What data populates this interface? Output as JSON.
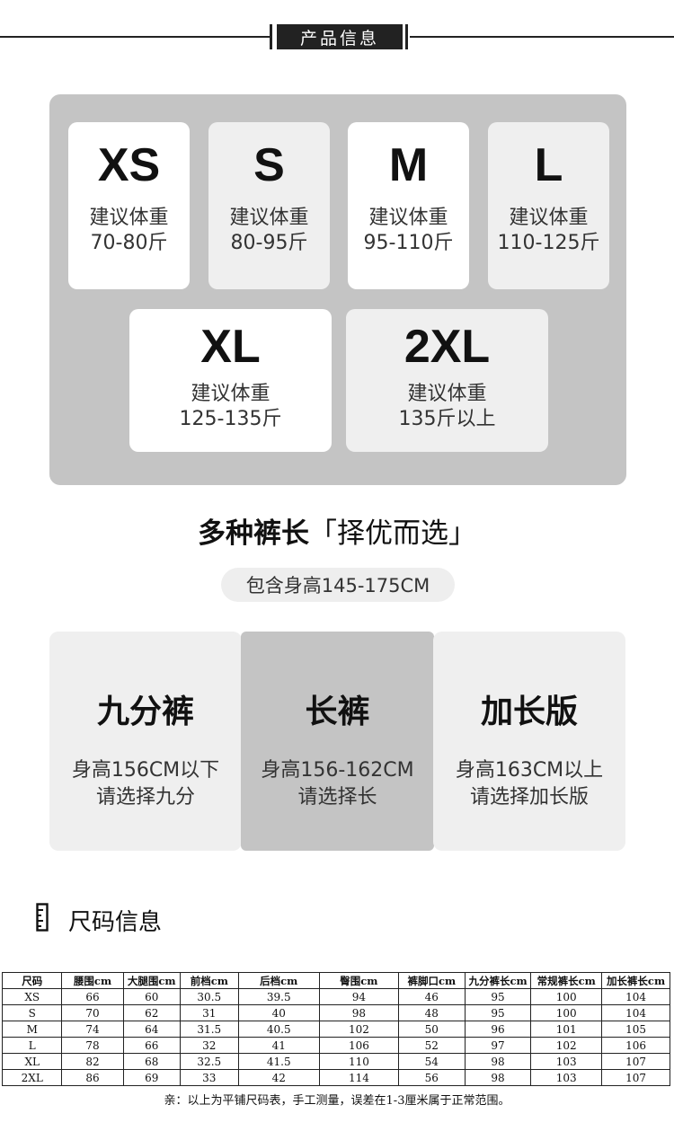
{
  "header": {
    "title": "产品信息"
  },
  "sizes": [
    {
      "code": "XS",
      "label": "建议体重",
      "weight": "70-80斤"
    },
    {
      "code": "S",
      "label": "建议体重",
      "weight": "80-95斤"
    },
    {
      "code": "M",
      "label": "建议体重",
      "weight": "95-110斤"
    },
    {
      "code": "L",
      "label": "建议体重",
      "weight": "110-125斤"
    },
    {
      "code": "XL",
      "label": "建议体重",
      "weight": "125-135斤"
    },
    {
      "code": "2XL",
      "label": "建议体重",
      "weight": "135斤以上"
    }
  ],
  "lengths": {
    "title_bold": "多种裤长",
    "title_rest": "「择优而选」",
    "subtitle": "包含身高145-175CM",
    "cards": [
      {
        "name": "九分裤",
        "line1": "身高156CM以下",
        "line2": "请选择九分"
      },
      {
        "name": "长裤",
        "line1": "身高156-162CM",
        "line2": "请选择长"
      },
      {
        "name": "加长版",
        "line1": "身高163CM以上",
        "line2": "请选择加长版"
      }
    ]
  },
  "size_info": {
    "title": "尺码信息",
    "headers": [
      "尺码",
      "腰围cm",
      "大腿围cm",
      "前档cm",
      "后档cm",
      "臀围cm",
      "裤脚口cm",
      "九分裤长cm",
      "常规裤长cm",
      "加长裤长cm"
    ],
    "rows": [
      [
        "XS",
        "66",
        "60",
        "30.5",
        "39.5",
        "94",
        "46",
        "95",
        "100",
        "104"
      ],
      [
        "S",
        "70",
        "62",
        "31",
        "40",
        "98",
        "48",
        "95",
        "100",
        "104"
      ],
      [
        "M",
        "74",
        "64",
        "31.5",
        "40.5",
        "102",
        "50",
        "96",
        "101",
        "105"
      ],
      [
        "L",
        "78",
        "66",
        "32",
        "41",
        "106",
        "52",
        "97",
        "102",
        "106"
      ],
      [
        "XL",
        "82",
        "68",
        "32.5",
        "41.5",
        "110",
        "54",
        "98",
        "103",
        "107"
      ],
      [
        "2XL",
        "86",
        "69",
        "33",
        "42",
        "114",
        "56",
        "98",
        "103",
        "107"
      ]
    ],
    "note": "亲：以上为平铺尺码表，手工测量，误差在1-3厘米属于正常范围。"
  }
}
